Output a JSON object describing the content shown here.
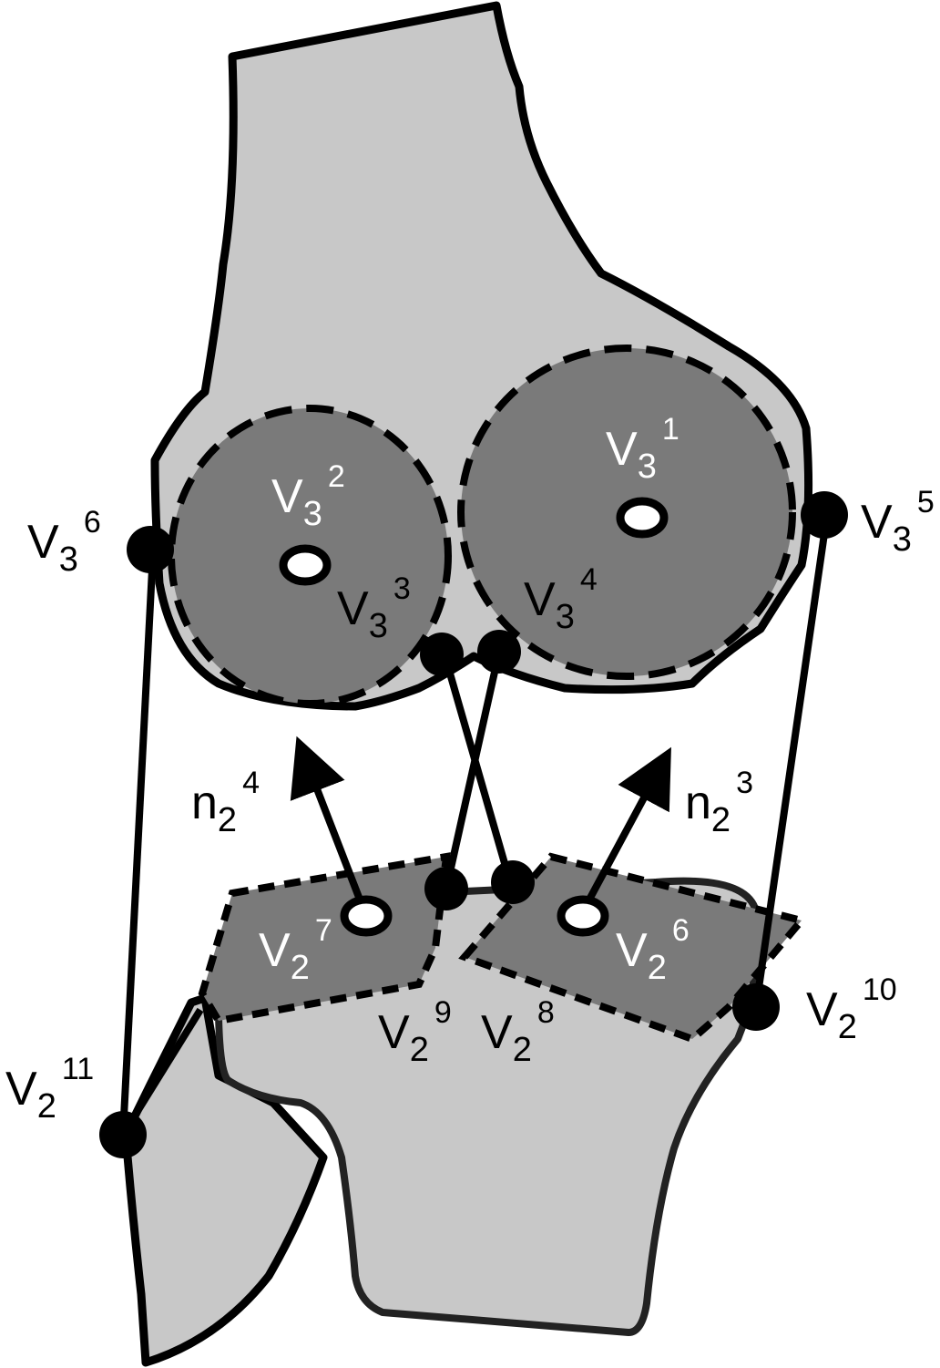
{
  "labels": {
    "v3_1": {
      "base": "V",
      "sub": "3",
      "sup": "1"
    },
    "v3_2": {
      "base": "V",
      "sub": "3",
      "sup": "2"
    },
    "v3_3": {
      "base": "V",
      "sub": "3",
      "sup": "3"
    },
    "v3_4": {
      "base": "V",
      "sub": "3",
      "sup": "4"
    },
    "v3_5": {
      "base": "V",
      "sub": "3",
      "sup": "5"
    },
    "v3_6": {
      "base": "V",
      "sub": "3",
      "sup": "6"
    },
    "v2_6": {
      "base": "V",
      "sub": "2",
      "sup": "6"
    },
    "v2_7": {
      "base": "V",
      "sub": "2",
      "sup": "7"
    },
    "v2_8": {
      "base": "V",
      "sub": "2",
      "sup": "8"
    },
    "v2_9": {
      "base": "V",
      "sub": "2",
      "sup": "9"
    },
    "v2_10": {
      "base": "V",
      "sub": "2",
      "sup": "10"
    },
    "v2_11": {
      "base": "V",
      "sub": "2",
      "sup": "11"
    },
    "n2_3": {
      "base": "n",
      "sub": "2",
      "sup": "3"
    },
    "n2_4": {
      "base": "n",
      "sub": "2",
      "sup": "4"
    }
  },
  "colors": {
    "bone_fill": "#c8c8c8",
    "region_fill": "#7a7a7a",
    "outline": "#000000",
    "point_fill": "#000000",
    "centroid_fill": "#ffffff"
  }
}
